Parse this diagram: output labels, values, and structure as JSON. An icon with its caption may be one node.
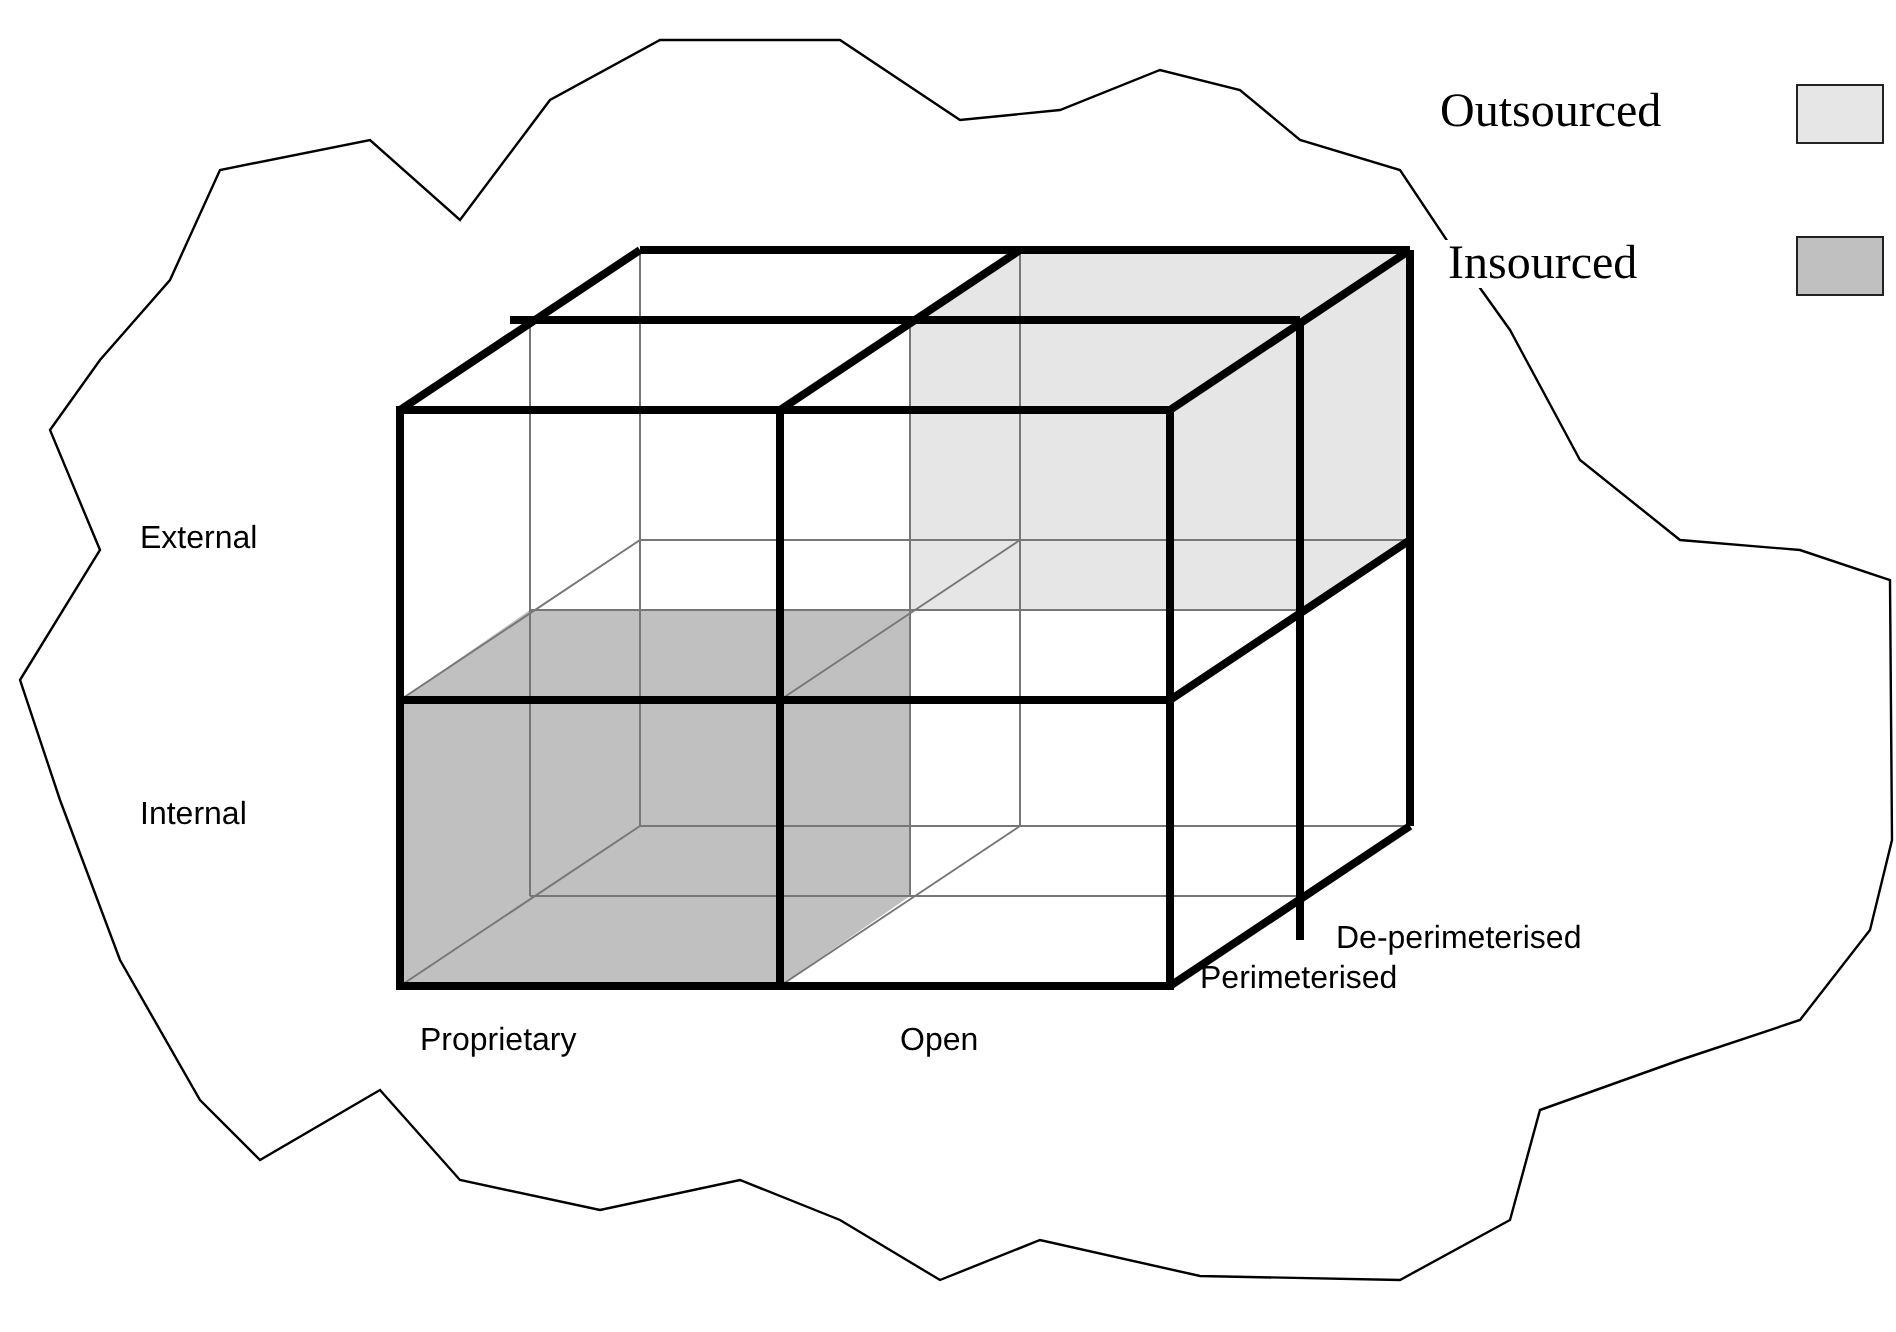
{
  "diagram": {
    "labels": [
      "External",
      "Internal",
      "Proprietary",
      "Open",
      "De-perimeterised",
      "Perimeterised"
    ],
    "legend": [
      {
        "text": "Outsourced",
        "color": "#e6e6e6"
      },
      {
        "text": "Insourced",
        "color": "#c0c0c0"
      }
    ]
  }
}
